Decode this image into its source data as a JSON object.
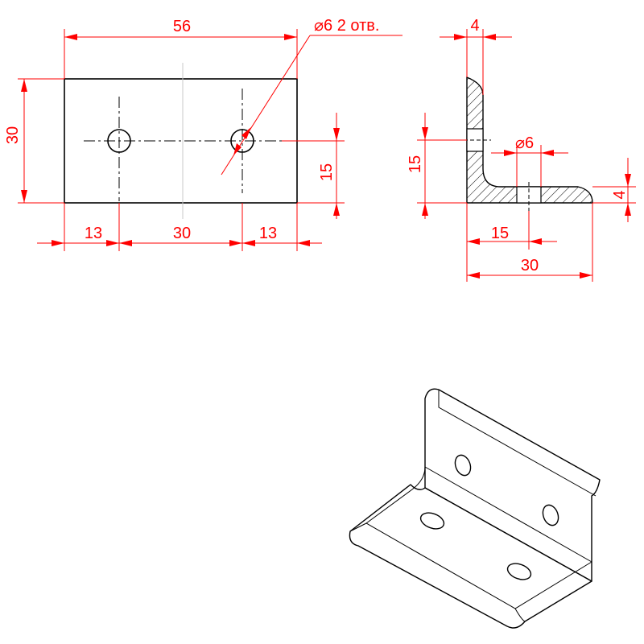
{
  "front_view": {
    "width_label": "56",
    "height_label": "30",
    "hole_note": "⌀6 2 отв.",
    "left_offset_label": "13",
    "hole_spacing_label": "30",
    "right_offset_label": "13",
    "hole_height_label": "15"
  },
  "section_view": {
    "thickness_top_label": "4",
    "hole_diameter_label": "⌀6",
    "vertical_hole_label": "15",
    "thickness_bottom_label": "4",
    "horizontal_hole_label": "15",
    "base_length_label": "30"
  },
  "colors": {
    "dimension": "#ff0000",
    "outline": "#000000",
    "background": "#ffffff"
  }
}
